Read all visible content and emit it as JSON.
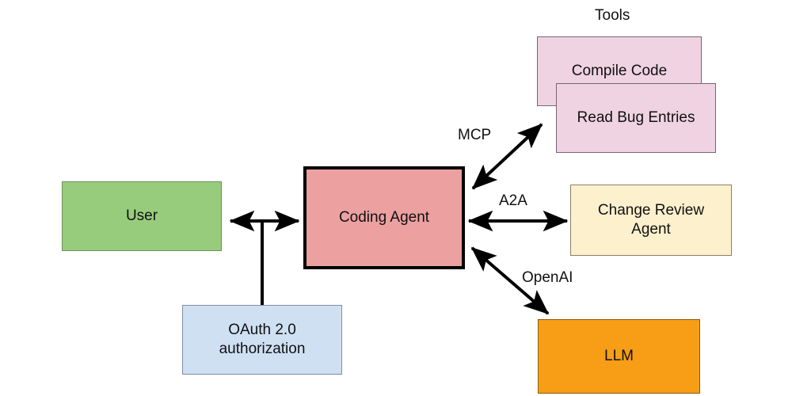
{
  "diagram": {
    "title_caption": "Tools",
    "nodes": {
      "user": {
        "label": "User",
        "fill": "#97CC7C"
      },
      "oauth": {
        "label": "OAuth 2.0\nauthorization",
        "fill": "#CFE0F3"
      },
      "coding_agent": {
        "label": "Coding Agent",
        "fill": "#ECA0A0"
      },
      "compile_code": {
        "label": "Compile Code",
        "fill": "#EFD3E2"
      },
      "read_bug_entries": {
        "label": "Read Bug Entries",
        "fill": "#EFD3E2"
      },
      "change_review_agent": {
        "label": "Change Review\nAgent",
        "fill": "#FCF0CD"
      },
      "llm": {
        "label": "LLM",
        "fill": "#F79E16"
      }
    },
    "edge_labels": {
      "mcp": "MCP",
      "a2a": "A2A",
      "openai": "OpenAI"
    },
    "edges": [
      {
        "name": "user-coding-agent",
        "from": "user",
        "to": "coding_agent",
        "arrows": "both",
        "label": ""
      },
      {
        "name": "oauth-link",
        "from": "oauth",
        "to": "user-coding-agent-link",
        "arrows": "none",
        "label": ""
      },
      {
        "name": "coding-agent-tools",
        "from": "coding_agent",
        "to": "read_bug_entries",
        "arrows": "both",
        "label": "MCP"
      },
      {
        "name": "coding-agent-change-review",
        "from": "coding_agent",
        "to": "change_review_agent",
        "arrows": "both",
        "label": "A2A"
      },
      {
        "name": "coding-agent-llm",
        "from": "coding_agent",
        "to": "llm",
        "arrows": "both",
        "label": "OpenAI"
      }
    ],
    "colors": {
      "edge_stroke": "#000000",
      "background": "#ffffff",
      "text": "#111111"
    }
  }
}
